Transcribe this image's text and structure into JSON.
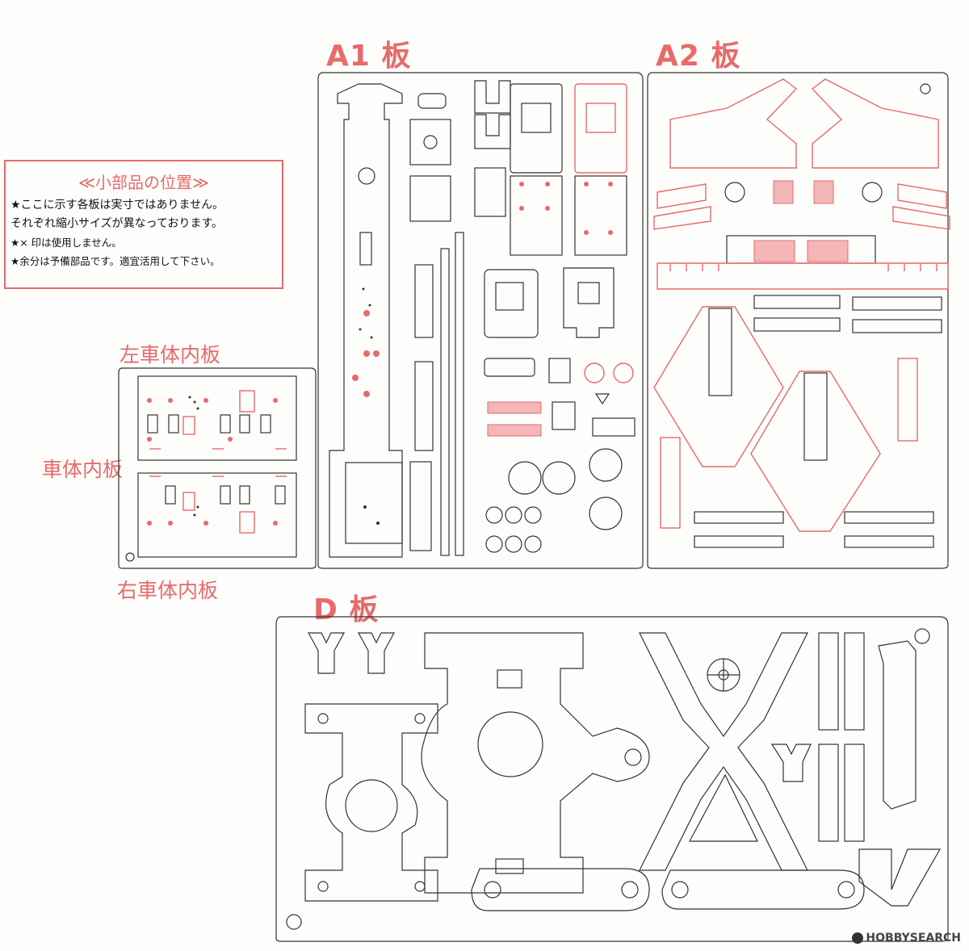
{
  "plates": {
    "a1_title": "A1 板",
    "a2_title": "A2 板",
    "d_title": "D 板",
    "left_inner_label": "左車体内板",
    "body_inner_label": "車体内板",
    "right_inner_label": "右車体内板"
  },
  "legend": {
    "title": "≪小部品の位置≫",
    "notes": [
      "★ここに示す各板は実寸ではありません。",
      "それぞれ縮小サイズが異なっております。",
      "★× 印は使用しません。",
      "★余分は予備部品です。適宜活用して下さい。"
    ]
  },
  "watermark": {
    "text": "HOBBYSEARCH"
  },
  "colors": {
    "accent": "#e86a6a",
    "line": "#333333",
    "fill_accent": "#f4b6b6"
  }
}
